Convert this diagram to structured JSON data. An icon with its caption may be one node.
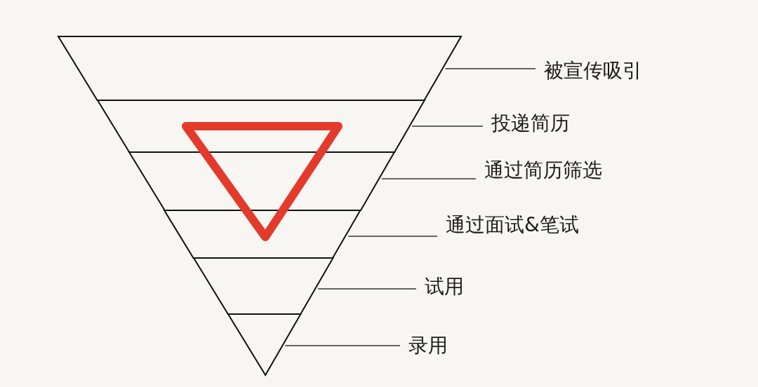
{
  "diagram": {
    "nodes": [
      {
        "text": [
          "被宣传吸引"
        ]
      },
      {
        "text": [
          "投递简历"
        ]
      },
      {
        "text": [
          "通过简历筛选"
        ]
      },
      {
        "text": [
          "通过面试&笔试"
        ]
      },
      {
        "text": [
          "试用"
        ]
      },
      {
        "text": [
          "录用"
        ]
      },
      {
        "text": [],
        "shape": "band"
      },
      {
        "text": [],
        "shape": "band"
      },
      {
        "text": [],
        "shape": "band"
      },
      {
        "text": [],
        "shape": "band"
      },
      {
        "text": [],
        "shape": "band"
      },
      {
        "text": [],
        "shape": "band"
      }
    ],
    "edges": [
      {
        "from": 0,
        "to": 6,
        "arrow": "none"
      },
      {
        "from": 1,
        "to": 7,
        "arrow": "none"
      },
      {
        "from": 2,
        "to": 8,
        "arrow": "none"
      },
      {
        "from": 3,
        "to": 9,
        "arrow": "none"
      },
      {
        "from": 4,
        "to": 10,
        "arrow": "none"
      },
      {
        "from": 5,
        "to": 11,
        "arrow": "none"
      }
    ]
  }
}
